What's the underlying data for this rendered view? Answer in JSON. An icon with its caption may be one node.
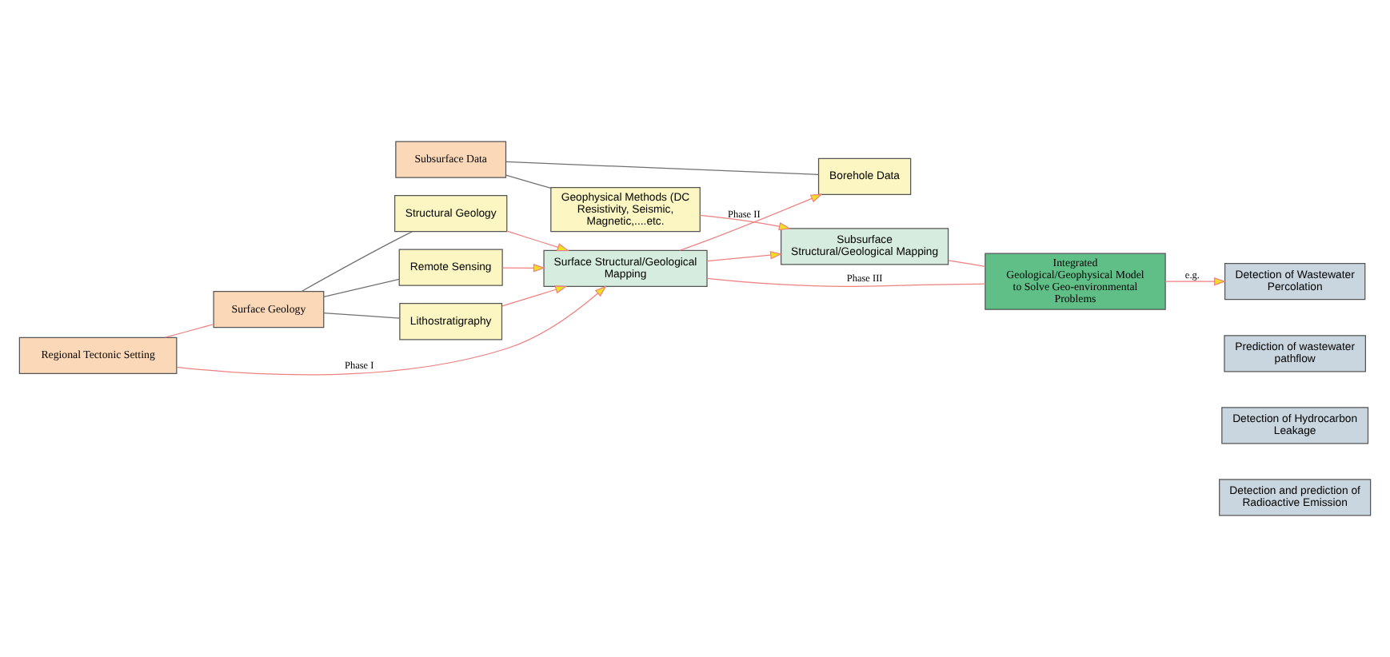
{
  "diagram": {
    "nodes": [
      {
        "text": [
          "Regional Tectonic Setting"
        ]
      },
      {
        "text": [
          "Surface Geology"
        ]
      },
      {
        "text": [
          "Remote Sensing"
        ]
      },
      {
        "text": [
          "Lithostratigraphy"
        ]
      },
      {
        "text": [
          "Structural Geology"
        ]
      },
      {
        "text": [
          "Subsurface Data"
        ]
      },
      {
        "text": [
          "Borehole Data"
        ]
      },
      {
        "text": [
          "Geophysical Methods (DC Resistivity, Seismic, Magnetic,....etc."
        ]
      },
      {
        "text": [
          "Surface Structural/Geological Mapping"
        ]
      },
      {
        "text": [
          "Subsurface Structural/Geological Mapping"
        ]
      },
      {
        "text": [
          "Integrated Geological/Geophysical Model to Solve Geo-environmental Problems"
        ]
      },
      {
        "text": [
          "Detection of Wastewater Percolation"
        ]
      },
      {
        "text": [
          "Prediction of wastewater pathflow"
        ]
      },
      {
        "text": [
          "Detection of Hydrocarbon Leakage"
        ]
      },
      {
        "text": [
          "Detection and prediction of Radioactive Emission"
        ]
      }
    ],
    "edges": [
      {
        "from": 0,
        "to": 1,
        "arrow": "none"
      },
      {
        "from": 1,
        "to": 2,
        "arrow": "none",
        "color": "#707070"
      },
      {
        "from": 1,
        "to": 3,
        "arrow": "none",
        "color": "#707070"
      },
      {
        "from": 1,
        "to": 4,
        "arrow": "none",
        "color": "#707070"
      },
      {
        "from": 0,
        "to": 8,
        "arrow": "to",
        "label": "Phase I"
      },
      {
        "from": 2,
        "to": 8,
        "arrow": "to"
      },
      {
        "from": 3,
        "to": 8,
        "arrow": "to"
      },
      {
        "from": 4,
        "to": 8,
        "arrow": "to"
      },
      {
        "from": 5,
        "to": 6,
        "arrow": "none",
        "color": "#707070"
      },
      {
        "from": 5,
        "to": 7,
        "arrow": "none",
        "color": "#707070"
      },
      {
        "from": 8,
        "to": 6,
        "arrow": "to",
        "label": "Phase II"
      },
      {
        "from": 7,
        "to": 9,
        "arrow": "to"
      },
      {
        "from": 8,
        "to": 9,
        "arrow": "to"
      },
      {
        "from": 8,
        "to": 10,
        "arrow": "none",
        "label": "Phase III"
      },
      {
        "from": 9,
        "to": 10,
        "arrow": "none"
      },
      {
        "from": 10,
        "to": 11,
        "arrow": "to",
        "label": "e.g."
      }
    ]
  }
}
